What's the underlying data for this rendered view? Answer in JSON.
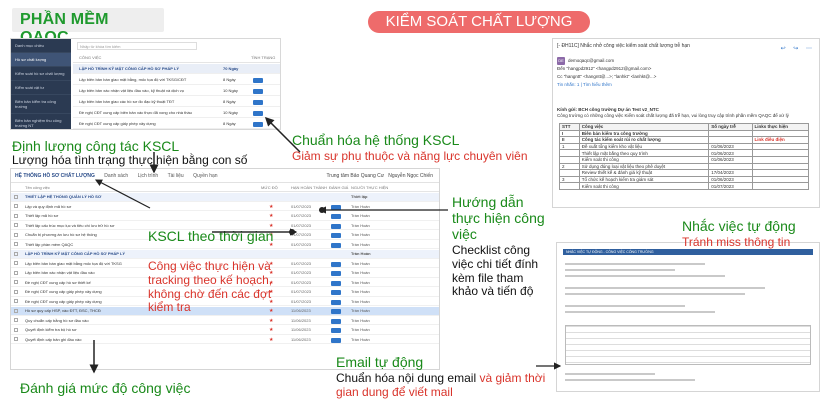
{
  "brand": "PHẦN MỀM QAQC",
  "title": "KIỂM SOÁT CHẤT LƯỢNG",
  "annotations": {
    "a1_title": "Định lượng công tác KSCL",
    "a1_sub": "Lượng hóa tình trạng thực hiện bằng con số",
    "a2_title": "Chuẩn hóa hệ thống KSCL",
    "a2_sub": "Giảm sự phụ thuộc và năng lực chuyên viên",
    "a3_title": "KSCL theo thời gian",
    "a3_sub": "Công việc thực hiện và tracking theo kế hoạch, không chờ đến các đợt kiểm tra",
    "a4_title": "Hướng dẫn thực hiện công việc",
    "a4_sub": "Checklist công việc chi tiết đính kèm file tham khảo và tiến độ",
    "a5_title": "Nhắc việc tự động",
    "a5_sub": "Tránh miss thông tin",
    "a6_title": "Email tự động",
    "a6_sub_black": "Chuẩn hóa nội dung email ",
    "a6_sub_red": "và giảm thời gian dung để viết mail",
    "a7_title": "Đánh giá mức độ công việc"
  },
  "shot1": {
    "search": "Nhập từ khóa tìm kiếm",
    "nav": [
      "Danh mục chiều",
      "Hồ sơ chất lượng",
      "Kiểm soát hồ sơ chất lượng",
      "Kiểm soát vật tư",
      "Biên bản kiểm tra công trường",
      "Biên bản nghiệm thu công trường NT"
    ],
    "head_name": "CÔNG VIỆC",
    "head_status": "TÌNH TRẠNG",
    "rows": [
      {
        "name": "LẬP HỒ TRÌNH KỸ MẶT CÔNG CẤP HỒ SƠ PHÁP LÝ",
        "n": "70 Ngày"
      },
      {
        "name": "Lập biên bản bàn giao mặt bằng, mốc tọa độ với TKSG/CĐT",
        "n": "8 Ngày"
      },
      {
        "name": "Lập biên bản xác nhận vật liệu đầu vào, kỹ thuật và dịch vụ",
        "n": "10 Ngày"
      },
      {
        "name": "Lập biên bản bàn giao các hồ sơ đo đạc kỹ thuật TĐT",
        "n": "8 Ngày"
      },
      {
        "name": "Đề nghị CĐT cung cấp biên bản xác thực đã xong cho nhà thầu",
        "n": "10 Ngày"
      },
      {
        "name": "Đề nghị CĐT cung cấp giấy phép xây dựng",
        "n": "8 Ngày"
      }
    ]
  },
  "shot2": {
    "subject": "[- ĐH11C] Nhắc nhở công việc kiểm soát chất lượng trễ hạn",
    "from_name": "demoqaqc@gmail.com",
    "to": "Đến  \"hangpd2912\" <hangpd2912@gmail.com>",
    "cc": "Cc  \"hangntt\" <hangntt@...>; \"lanhkt\" <lanhkt@...>",
    "meta": "Tin nhắn: 1  |  Tìm hiểu thêm",
    "body": "Kính gửi: BCH công trường Dự án Test v2_NTC",
    "body2": "Công trường có những công việc Kiểm soát chất lượng đã trễ hạn, vui lòng truy cập trình phần mềm QAQC để xử lý",
    "table_head": [
      "STT",
      "Công việc",
      "Số ngày trễ",
      "Links thực hiện"
    ],
    "rows": [
      [
        "I",
        "Biên bản kiểm tra công trường",
        "",
        ""
      ],
      [
        "II",
        "Công tác kiểm soát rủi ro chất lượng",
        "",
        "Link điều điện"
      ],
      [
        "1",
        "Đề xuất tổng kiểm kho vật liệu",
        "01/06/2023",
        ""
      ],
      [
        "",
        "Thiết lập mặt bằng theo quy trình",
        "01/06/2023",
        ""
      ],
      [
        "",
        "Kiểm soát thi công",
        "01/06/2023",
        ""
      ],
      [
        "2",
        "Sử dụng đúng loại vật liệu theo phê duyệt",
        "",
        ""
      ],
      [
        "",
        "Review thiết kế & đánh giá kỹ thuật",
        "17/04/2023",
        ""
      ],
      [
        "3",
        "Tổ chức kế hoạch kiểm tra giám sát",
        "01/06/2023",
        ""
      ],
      [
        "",
        "Kiểm soát thi công",
        "01/07/2023",
        ""
      ]
    ]
  },
  "shot3": {
    "toolbar_title": "HỆ THỐNG HỒ SƠ CHẤT LƯỢNG",
    "tabs": [
      "Danh sách",
      "Lịch trình",
      "Tài liệu",
      "Quyền hạn"
    ],
    "right_label": "Trung tâm Bảo Quang Cư",
    "user": "Nguyễn Ngọc Chiến",
    "cols": [
      "Tên công việc",
      "MỨC ĐỘ",
      "HẠN HOÀN THÀNH",
      "ĐÁNH GIÁ",
      "NGƯỜI THỰC HIỆN"
    ],
    "rows": [
      {
        "name": "THIẾT LẬP HỆ THỐNG QUẢN LÝ HỒ SƠ",
        "date": "",
        "who": "Thiết lập",
        "grp": true
      },
      {
        "name": "Lập và quy định mã hồ sơ",
        "date": "01/07/2023",
        "who": "Trần Hoàn"
      },
      {
        "name": "Thiết lập mã hồ sơ",
        "date": "01/07/2023",
        "who": "Trần Hoàn"
      },
      {
        "name": "Thiết lập cấu trúc mục lục và tiêu chí lưu trữ hồ sơ",
        "date": "01/07/2023",
        "who": "Trần Hoàn"
      },
      {
        "name": "Chuẩn bị phương án lưu hồ sơ hệ thống",
        "date": "01/07/2023",
        "who": "Trần Hoàn"
      },
      {
        "name": "Thiết lập phần mềm QAQC",
        "date": "01/07/2023",
        "who": "Trần Hoàn"
      },
      {
        "name": "LẬP HỒ TRÌNH KỸ MẶT CÔNG CẤP HỒ SƠ PHÁP LÝ",
        "date": "",
        "who": "Trần Hoàn",
        "grp": true
      },
      {
        "name": "Lập biên bản bàn giao mặt bằng mốc tọa độ với TKSG",
        "date": "01/07/2023",
        "who": "Trần Hoàn"
      },
      {
        "name": "Lập biên bản xác nhận vật liệu đầu vào",
        "date": "01/07/2023",
        "who": "Trần Hoàn"
      },
      {
        "name": "Đề nghị CĐT cung cấp hồ sơ thiết kế",
        "date": "01/07/2023",
        "who": "Trần Hoàn"
      },
      {
        "name": "Đề nghị CĐT cung cấp giấy phép xây dựng",
        "date": "01/07/2023",
        "who": "Trần Hoàn"
      },
      {
        "name": "Đề nghị CĐT cung cấp giấy phép xây dựng",
        "date": "01/07/2023",
        "who": "Trần Hoàn"
      },
      {
        "name": "Hồ sơ quy cấp HSP, vào ĐTT, ĐSC, THCĐ",
        "date": "11/06/2023",
        "who": "Trần Hoàn",
        "sel": true
      },
      {
        "name": "Quy chuẩn cấp bằng hồ sơ đầu vào",
        "date": "11/06/2023",
        "who": "Trần Hoàn"
      },
      {
        "name": "Quyết định kiểm tra bộ hồ sơ",
        "date": "11/06/2023",
        "who": "Trần Hoàn"
      },
      {
        "name": "Quyết định cấp bản ghi đầu vào",
        "date": "11/06/2023",
        "who": "Trần Hoàn"
      }
    ]
  },
  "shot4": {
    "bar": "NHẮC VIỆC TỰ ĐỘNG - CÔNG VIỆC CÔNG TRƯỜNG"
  }
}
